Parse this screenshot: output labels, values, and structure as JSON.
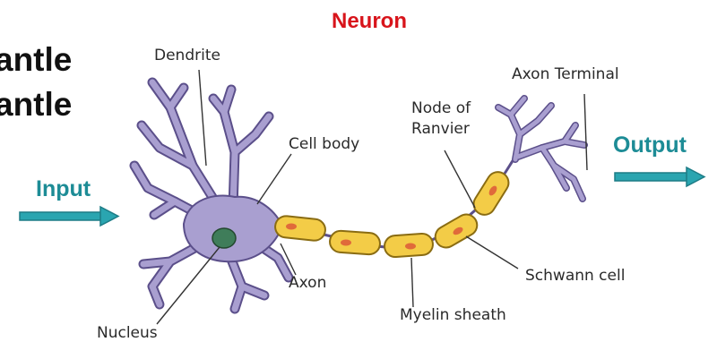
{
  "title": "Neuron",
  "slide_text": [
    "antle",
    "antle"
  ],
  "labels": {
    "dendrite": "Dendrite",
    "cell_body": "Cell body",
    "nucleus": "Nucleus",
    "axon": "Axon",
    "node_of_ranvier": [
      "Node of",
      "Ranvier"
    ],
    "axon_terminal": "Axon Terminal",
    "schwann_cell": "Schwann cell",
    "myelin_sheath": "Myelin sheath",
    "input": "Input",
    "output": "Output"
  },
  "colors": {
    "title": "#d8141b",
    "io_text": "#1d8c96",
    "arrow": "#2aa5b0",
    "cell": "#a99fd0",
    "cell_stroke": "#5b4f8a",
    "nucleus": "#3f7d5a",
    "myelin": "#f3cc47",
    "myelin_stroke": "#8a6c12",
    "schwann_nucleus": "#e06a3a"
  },
  "icons": [
    "input-arrow-icon",
    "output-arrow-icon"
  ]
}
